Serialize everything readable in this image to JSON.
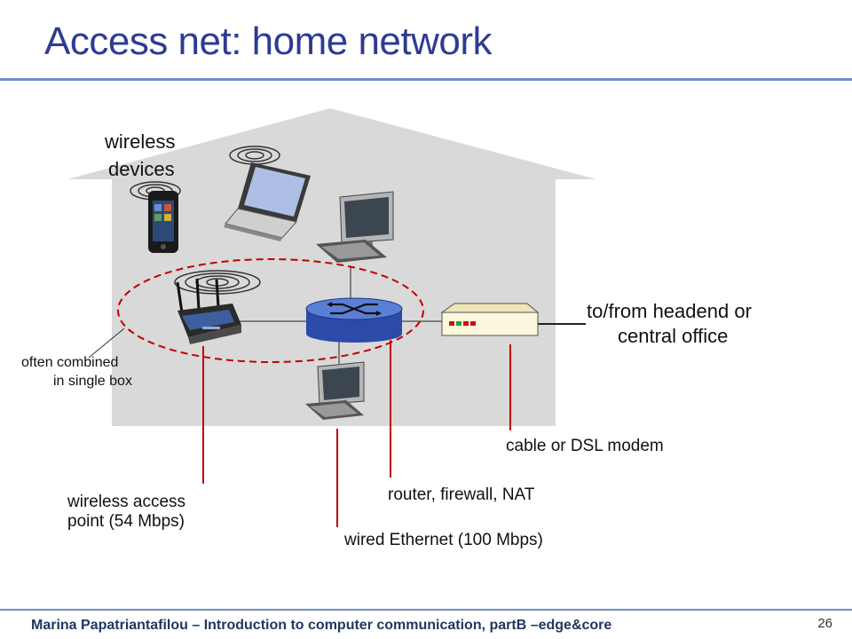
{
  "slide": {
    "title": "Access net: home network",
    "page_number": "26",
    "footer": "Marina Papatriantafilou – Introduction to computer communication, partB –edge&core"
  },
  "labels": {
    "wireless_devices_line1": "wireless",
    "wireless_devices_line2": "devices",
    "headend_line1": "to/from headend or",
    "headend_line2": "central office",
    "combined_line1": "often combined",
    "combined_line2": "in single box",
    "modem": "cable or DSL modem",
    "router": "router, firewall, NAT",
    "ap_line1": "wireless access",
    "ap_line2": "point (54 Mbps)",
    "ethernet": "wired Ethernet (100 Mbps)"
  },
  "colors": {
    "title": "#2e3b92",
    "house": "#d9d9d9",
    "callout_line": "#c00000",
    "router": "#3b5bb5",
    "modem": "#fbf7dc",
    "rule": "#6d8fc7"
  },
  "icons": [
    "house-shape",
    "laptop-icon",
    "smartphone-icon",
    "desktop-computer-icon",
    "wireless-router-icon",
    "router-icon",
    "modem-icon",
    "wifi-signal-icon"
  ]
}
